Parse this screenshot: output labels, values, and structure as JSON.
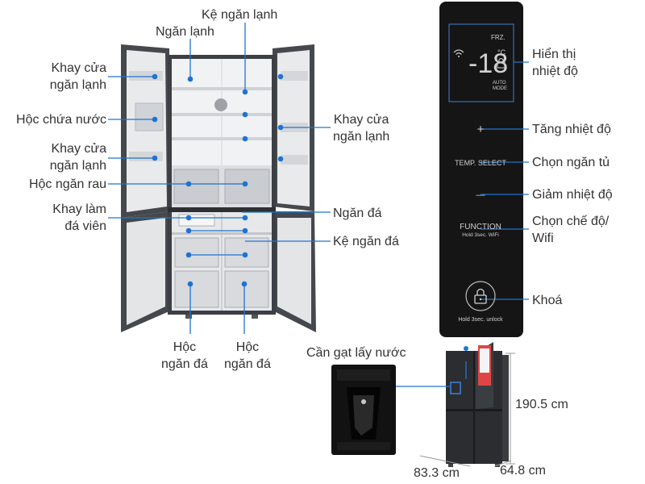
{
  "labels": {
    "ke_ngan_lanh": "Kệ ngăn lạnh",
    "ngan_lanh": "Ngăn lạnh",
    "khay_cua_ngan_lanh_1": "Khay cửa\nngăn lạnh",
    "hoc_chua_nuoc": "Hộc chứa nước",
    "khay_cua_ngan_lanh_2": "Khay cửa\nngăn lạnh",
    "khay_cua_ngan_lanh_right": "Khay cửa\nngăn lạnh",
    "hoc_ngan_rau": "Hộc ngăn rau",
    "khay_lam_da_vien": "Khay làm\nđá viên",
    "ngan_da": "Ngăn đá",
    "ke_ngan_da": "Kệ ngăn đá",
    "hoc_ngan_da_1": "Hộc\nngăn đá",
    "hoc_ngan_da_2": "Hộc\nngăn đá",
    "hien_thi_nhiet_do": "Hiển thị\nnhiệt độ",
    "tang_nhiet_do": "Tăng nhiệt độ",
    "chon_ngan_tu": "Chọn ngăn tủ",
    "giam_nhiet_do": "Giảm nhiệt độ",
    "chon_che_do_wifi": "Chọn chế độ/\nWifi",
    "khoa": "Khoá",
    "can_gat_lay_nuoc": "Cần gạt lấy nước"
  },
  "panel": {
    "frz": "FRZ.",
    "temperature": "-18",
    "unit": "°C",
    "auto_mode_1": "AUTO",
    "auto_mode_2": "MODE",
    "plus": "+",
    "temp_select": "TEMP. SELECT",
    "minus": "—",
    "function": "FUNCTION",
    "hold_wifi": "Hold 3sec. WiFi",
    "hold_unlock": "Hold 3sec. unlock"
  },
  "dimensions": {
    "height": "190.5 cm",
    "width": "83.3 cm",
    "depth": "64.8 cm"
  },
  "colors": {
    "accent": "#1e73d2",
    "panel_bg": "#151515",
    "fridge_body": "#3c3f44"
  }
}
